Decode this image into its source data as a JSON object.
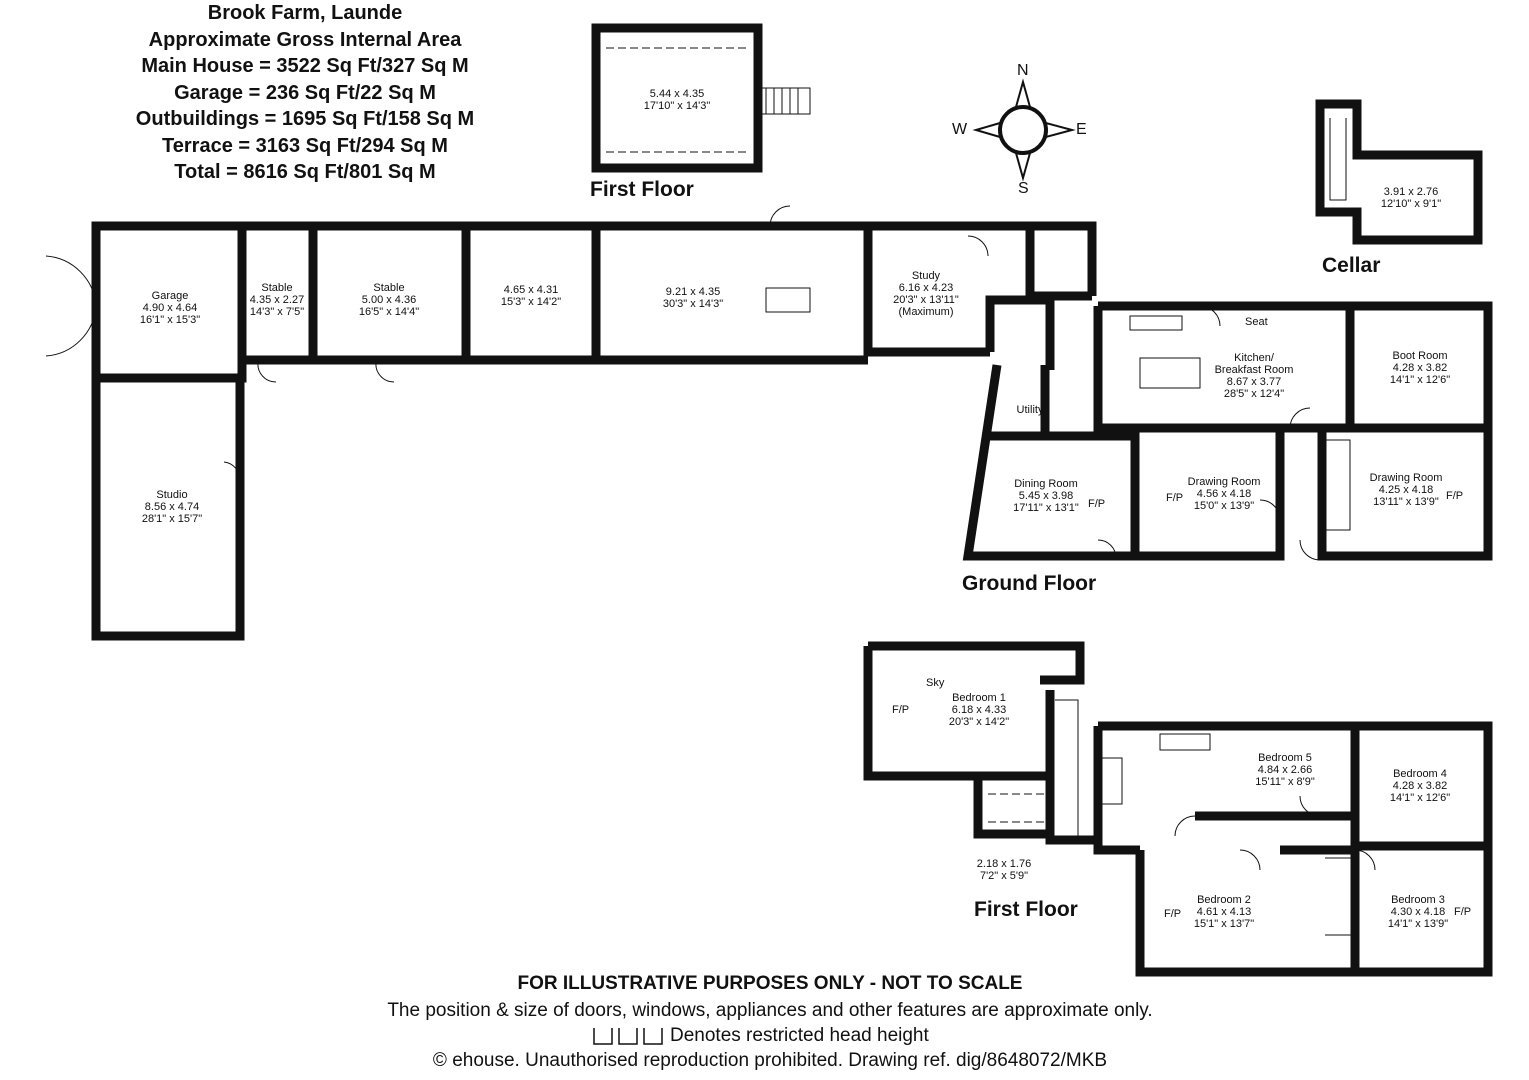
{
  "header": {
    "title": "Brook Farm, Launde",
    "subtitle": "Approximate Gross Internal Area",
    "areas": [
      "Main House = 3522 Sq Ft/327 Sq M",
      "Garage = 236 Sq Ft/22 Sq M",
      "Outbuildings = 1695 Sq Ft/158 Sq M",
      "Terrace = 3163 Sq Ft/294 Sq M",
      "Total = 8616 Sq Ft/801 Sq M"
    ]
  },
  "floor_labels": {
    "first_floor_outbuilding": "First Floor",
    "cellar": "Cellar",
    "ground_floor": "Ground Floor",
    "first_floor": "First Floor"
  },
  "compass": {
    "n": "N",
    "s": "S",
    "e": "E",
    "w": "W"
  },
  "rooms": {
    "loft": {
      "metric": "5.44 x 4.35",
      "imperial": "17'10\" x 14'3\""
    },
    "cellar": {
      "metric": "3.91 x 2.76",
      "imperial": "12'10\" x 9'1\""
    },
    "garage": {
      "name": "Garage",
      "metric": "4.90 x 4.64",
      "imperial": "16'1\" x 15'3\""
    },
    "stable1": {
      "name": "Stable",
      "metric": "4.35 x 2.27",
      "imperial": "14'3\" x 7'5\""
    },
    "stable2": {
      "name": "Stable",
      "metric": "5.00 x 4.36",
      "imperial": "16'5\" x 14'4\""
    },
    "store1": {
      "metric": "4.65 x 4.31",
      "imperial": "15'3\" x 14'2\""
    },
    "store2": {
      "metric": "9.21 x 4.35",
      "imperial": "30'3\" x 14'3\""
    },
    "study": {
      "name": "Study",
      "metric": "6.16 x 4.23",
      "imperial": "20'3\" x 13'11\"",
      "note": "(Maximum)"
    },
    "studio": {
      "name": "Studio",
      "metric": "8.56 x 4.74",
      "imperial": "28'1\" x 15'7\""
    },
    "kitchen": {
      "name1": "Kitchen/",
      "name2": "Breakfast Room",
      "metric": "8.67 x 3.77",
      "imperial": "28'5\" x 12'4\""
    },
    "boot": {
      "name": "Boot Room",
      "metric": "4.28 x 3.82",
      "imperial": "14'1\" x 12'6\""
    },
    "utility": {
      "name": "Utility"
    },
    "dining": {
      "name": "Dining Room",
      "metric": "5.45 x 3.98",
      "imperial": "17'11\" x 13'1\""
    },
    "drawing1": {
      "name": "Drawing Room",
      "metric": "4.56 x 4.18",
      "imperial": "15'0\" x 13'9\""
    },
    "drawing2": {
      "name": "Drawing Room",
      "metric": "4.25 x 4.18",
      "imperial": "13'11\" x 13'9\""
    },
    "bed1": {
      "name": "Bedroom 1",
      "metric": "6.18 x 4.33",
      "imperial": "20'3\" x 14'2\""
    },
    "bed5": {
      "name": "Bedroom 5",
      "metric": "4.84 x 2.66",
      "imperial": "15'11\" x 8'9\""
    },
    "bed4": {
      "name": "Bedroom 4",
      "metric": "4.28 x 3.82",
      "imperial": "14'1\" x 12'6\""
    },
    "bed2": {
      "name": "Bedroom 2",
      "metric": "4.61 x 4.13",
      "imperial": "15'1\" x 13'7\""
    },
    "bed3": {
      "name": "Bedroom 3",
      "metric": "4.30 x 4.18",
      "imperial": "14'1\" x 13'9\""
    },
    "small": {
      "metric": "2.18 x 1.76",
      "imperial": "7'2\" x 5'9\""
    }
  },
  "marks": {
    "fp": "F/P",
    "seat": "Seat",
    "sky": "Sky"
  },
  "footer": {
    "disclaimer": "FOR ILLUSTRATIVE PURPOSES ONLY - NOT TO SCALE",
    "note": "The position & size of doors, windows, appliances and other features are approximate only.",
    "legend": "Denotes restricted head height",
    "copyright": "© ehouse. Unauthorised reproduction prohibited. Drawing ref. dig/8648072/MKB"
  }
}
